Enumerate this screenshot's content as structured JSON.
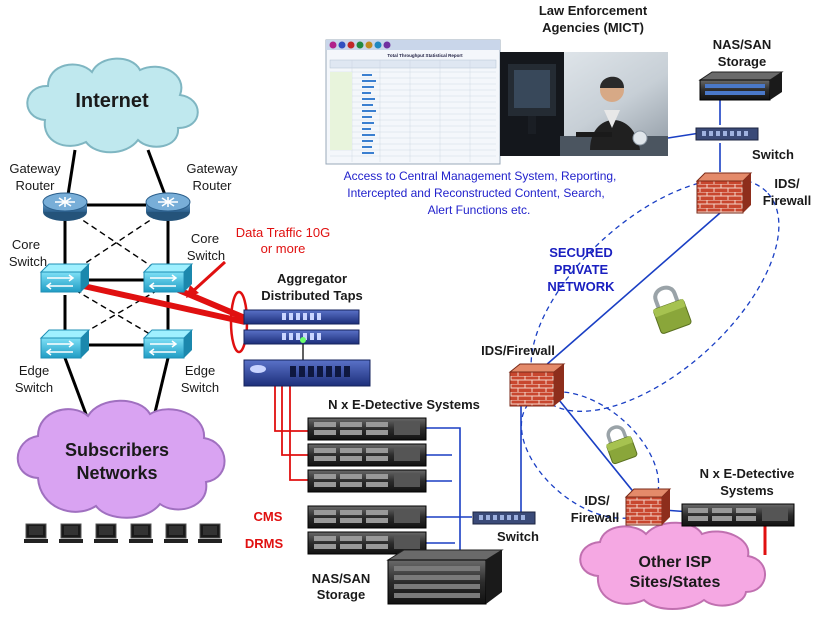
{
  "labels": {
    "internet": "Internet",
    "gateway_router_left": [
      "Gateway",
      "Router"
    ],
    "gateway_router_right": [
      "Gateway",
      "Router"
    ],
    "core_switch_left": [
      "Core",
      "Switch"
    ],
    "core_switch_right": [
      "Core",
      "Switch"
    ],
    "edge_switch_left": [
      "Edge",
      "Switch"
    ],
    "edge_switch_right": [
      "Edge",
      "Switch"
    ],
    "subscribers": [
      "Subscribers",
      "Networks"
    ],
    "data_traffic": [
      "Data Traffic 10G",
      "or more"
    ],
    "aggregator": [
      "Aggregator",
      "Distributed Taps"
    ],
    "edetective_systems": "N x E-Detective Systems",
    "cms": "CMS",
    "drms": "DRMS",
    "nas_san_bottom": [
      "NAS/SAN",
      "Storage"
    ],
    "switch_bottom": "Switch",
    "law_enforcement": [
      "Law Enforcement",
      "Agencies (MICT)"
    ],
    "nas_san_top": [
      "NAS/SAN",
      "Storage"
    ],
    "switch_top": "Switch",
    "ids_firewall_top": [
      "IDS/",
      "Firewall"
    ],
    "access_description": [
      "Access to Central Management System, Reporting,",
      "Intercepted and Reconstructed Content, Search,",
      "Alert Functions etc."
    ],
    "secured_network": [
      "SECURED",
      "PRIVATE",
      "NETWORK"
    ],
    "ids_firewall_mid": "IDS/Firewall",
    "ids_firewall_low": [
      "IDS/",
      "Firewall"
    ],
    "edetective_remote": [
      "N x E-Detective",
      "Systems"
    ],
    "other_isp": [
      "Other ISP",
      "Sites/States"
    ],
    "report_title": "Total Throughput Statistical Report"
  },
  "colors": {
    "internet_cloud": "#bfe8ee",
    "subscriber_cloud": "#d9a3f2",
    "isp_cloud": "#f5a8e3",
    "switch_blue": "#2fb4d8",
    "router_blue": "#3b78a8",
    "red_link": "#e01010",
    "blue_link": "#1a3fc4",
    "label_red": "#e01010",
    "label_blue": "#1a1fc0",
    "description_blue": "#2222cc",
    "brick": "#c0402a"
  },
  "icons": {
    "router": "router-icon",
    "switch": "switch-icon",
    "server": "rack-server-icon",
    "storage": "storage-array-icon",
    "firewall": "firewall-brick-icon",
    "lock": "padlock-icon",
    "computer": "desktop-computer-icon",
    "tap": "network-tap-icon"
  }
}
